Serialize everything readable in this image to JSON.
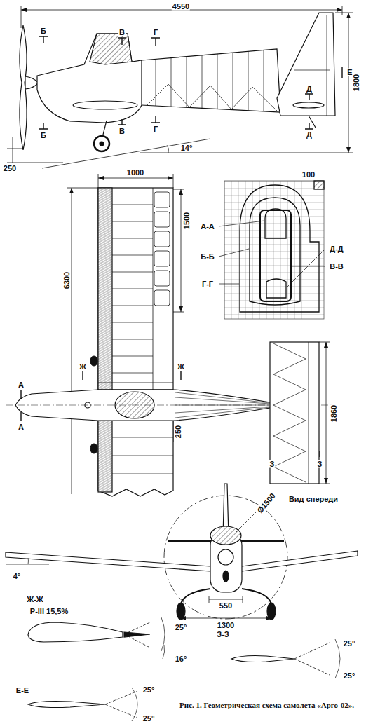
{
  "diagram": {
    "caption": "Рис. 1. Геометрическая схема самолета «Арго-02».",
    "labels": [
      "4550",
      "Б",
      "Б",
      "В",
      "В",
      "Г",
      "Г",
      "Д",
      "Д",
      "Е",
      "1800",
      "250",
      "14°",
      "1000",
      "1500",
      "6300",
      "100",
      "А-А",
      "Б-Б",
      "Г-Г",
      "Д-Д",
      "В-В",
      "Ж",
      "Ж",
      "А",
      "А",
      "1860",
      "250",
      "З",
      "З",
      "Ø1500",
      "Вид спереди",
      "550",
      "1300",
      "4°",
      "Ж-Ж",
      "Р-III 15,5%",
      "25°",
      "16°",
      "З-З",
      "25°",
      "25°",
      "Е-Е",
      "25°",
      "25°"
    ]
  }
}
